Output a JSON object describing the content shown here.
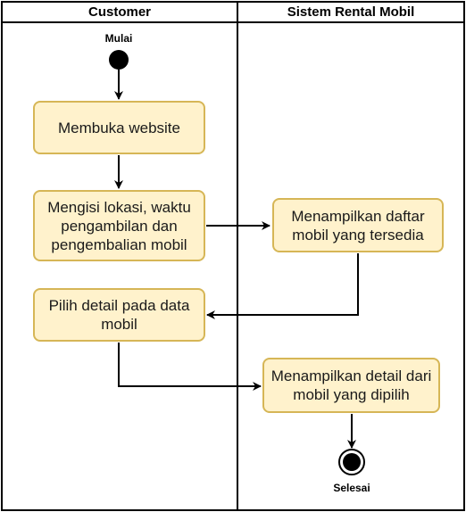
{
  "lanes": {
    "left_title": "Customer",
    "right_title": "Sistem Rental Mobil"
  },
  "start": {
    "label": "Mulai"
  },
  "end": {
    "label": "Selesai"
  },
  "activities": {
    "open_website": "Membuka website",
    "fill_form": "Mengisi lokasi, waktu pengambilan dan pengembalian mobil",
    "show_list": "Menampilkan daftar mobil yang tersedia",
    "pick_detail": "Pilih detail pada data mobil",
    "show_detail": "Menampilkan detail dari mobil yang dipilih"
  },
  "colors": {
    "activity_fill": "#fff2cc",
    "activity_border": "#d6b656",
    "line": "#000000"
  }
}
